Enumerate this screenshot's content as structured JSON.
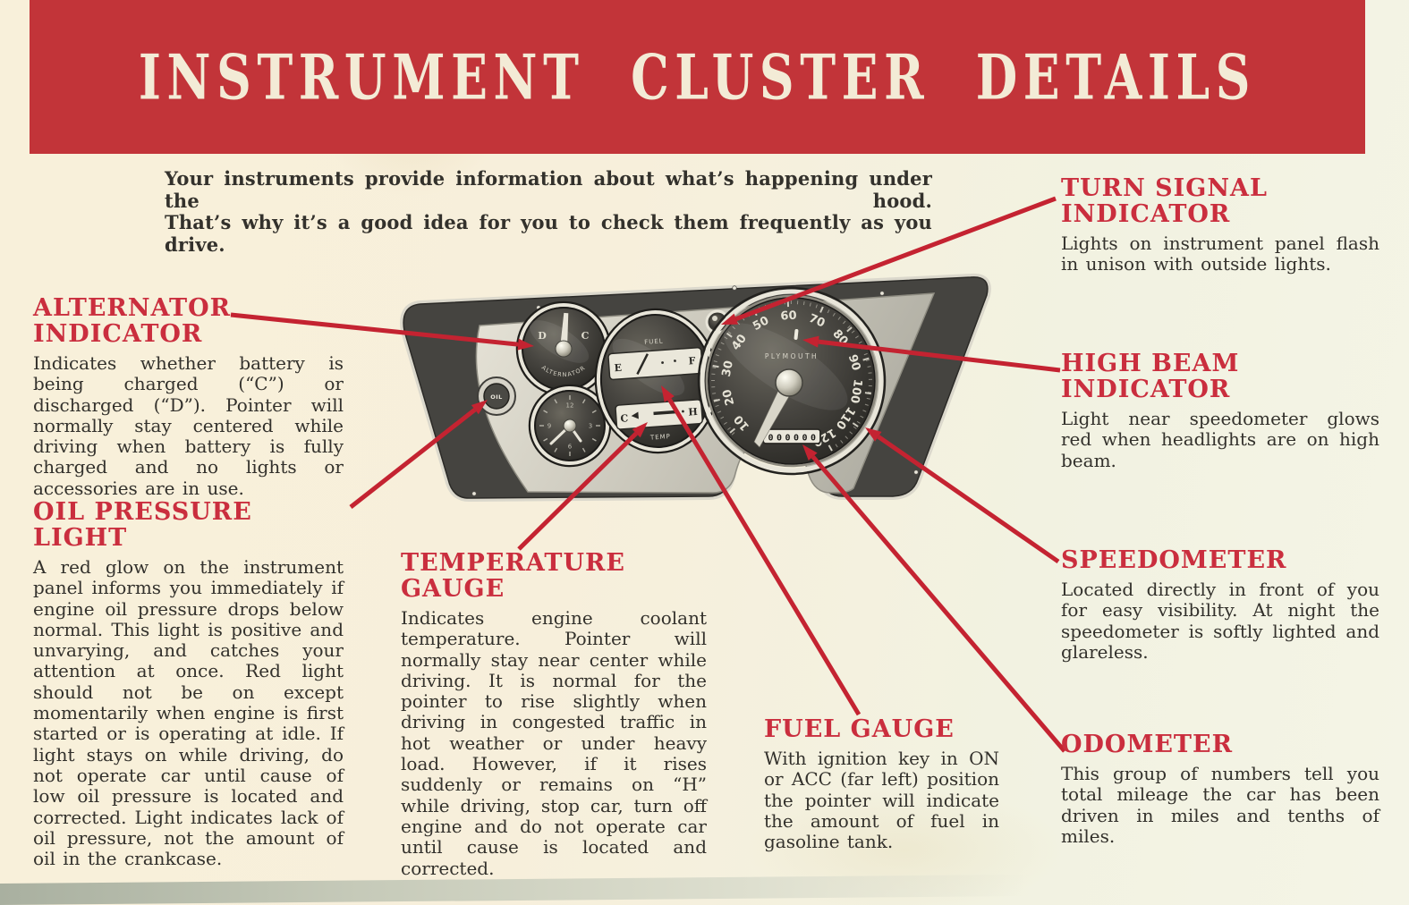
{
  "banner": {
    "title": "INSTRUMENT CLUSTER DETAILS"
  },
  "intro": {
    "line1": "Your instruments provide information about what’s happening under the hood.",
    "line2": "That’s why it’s a good idea for you to check them frequently as you drive."
  },
  "sections": {
    "alternator": {
      "heading": "ALTERNATOR\nINDICATOR",
      "body": "Indicates whether battery is being charged (“C”) or discharged (“D”). Pointer will normally stay centered while driving when battery is fully charged and no lights or accessories are in use."
    },
    "oil": {
      "heading": "OIL PRESSURE LIGHT",
      "body": "A red glow on the instrument panel informs you immediately if engine oil pressure drops below normal. This light is positive and unvarying, and catches your attention at once. Red light should not be on except momentarily when engine is first started or is operating at idle. If light stays on while driving, do not operate car until cause of low oil pressure is located and corrected. Light indicates lack of oil pressure, not the amount of oil in the crankcase."
    },
    "temperature": {
      "heading": "TEMPERATURE\nGAUGE",
      "body": "Indicates engine coolant temperature. Pointer will normally stay near center while driving. It is normal for the pointer to rise slightly when driving in congested traffic in hot weather or under heavy load. However, if it rises suddenly or remains on “H” while driving, stop car, turn off engine and do not operate car until cause is located and corrected."
    },
    "fuel": {
      "heading": "FUEL GAUGE",
      "body": "With ignition key in ON or ACC (far left) position the pointer will indicate the amount of fuel in gasoline tank."
    },
    "turn_signal": {
      "heading": "TURN SIGNAL\nINDICATOR",
      "body": "Lights on instrument panel flash in unison with outside lights."
    },
    "high_beam": {
      "heading": "HIGH BEAM\nINDICATOR",
      "body": "Light near speedometer glows red when headlights are on high beam."
    },
    "speedometer": {
      "heading": "SPEEDOMETER",
      "body": "Located directly in front of you for easy visibility. At night the speedometer is softly lighted and glareless."
    },
    "odometer": {
      "heading": "ODOMETER",
      "body": "This group of numbers tell you total mileage the car has been driven in miles and tenths of miles."
    }
  },
  "cluster": {
    "speedometer": {
      "numbers": [
        "10",
        "20",
        "30",
        "40",
        "50",
        "60",
        "70",
        "80",
        "90",
        "100",
        "110",
        "120"
      ],
      "brand": "PLYMOUTH",
      "odometer_digits": "000000"
    },
    "alternator_gauge": {
      "left": "D",
      "right": "C",
      "label": "ALTERNATOR"
    },
    "fuel_gauge": {
      "label": "FUEL",
      "left": "E",
      "right": "F"
    },
    "temp_gauge": {
      "label": "TEMP",
      "left": "C",
      "right": "H"
    },
    "oil_button": {
      "label": "OIL"
    },
    "clock_numbers": [
      "12",
      "3",
      "6",
      "9"
    ]
  },
  "colors": {
    "banner_red": "#c23439",
    "banner_text": "#f3ebd6",
    "heading_red": "#ca2e3e",
    "arrow_red": "#c42331",
    "paper": "#f7f0dc",
    "ink": "#33312c"
  }
}
